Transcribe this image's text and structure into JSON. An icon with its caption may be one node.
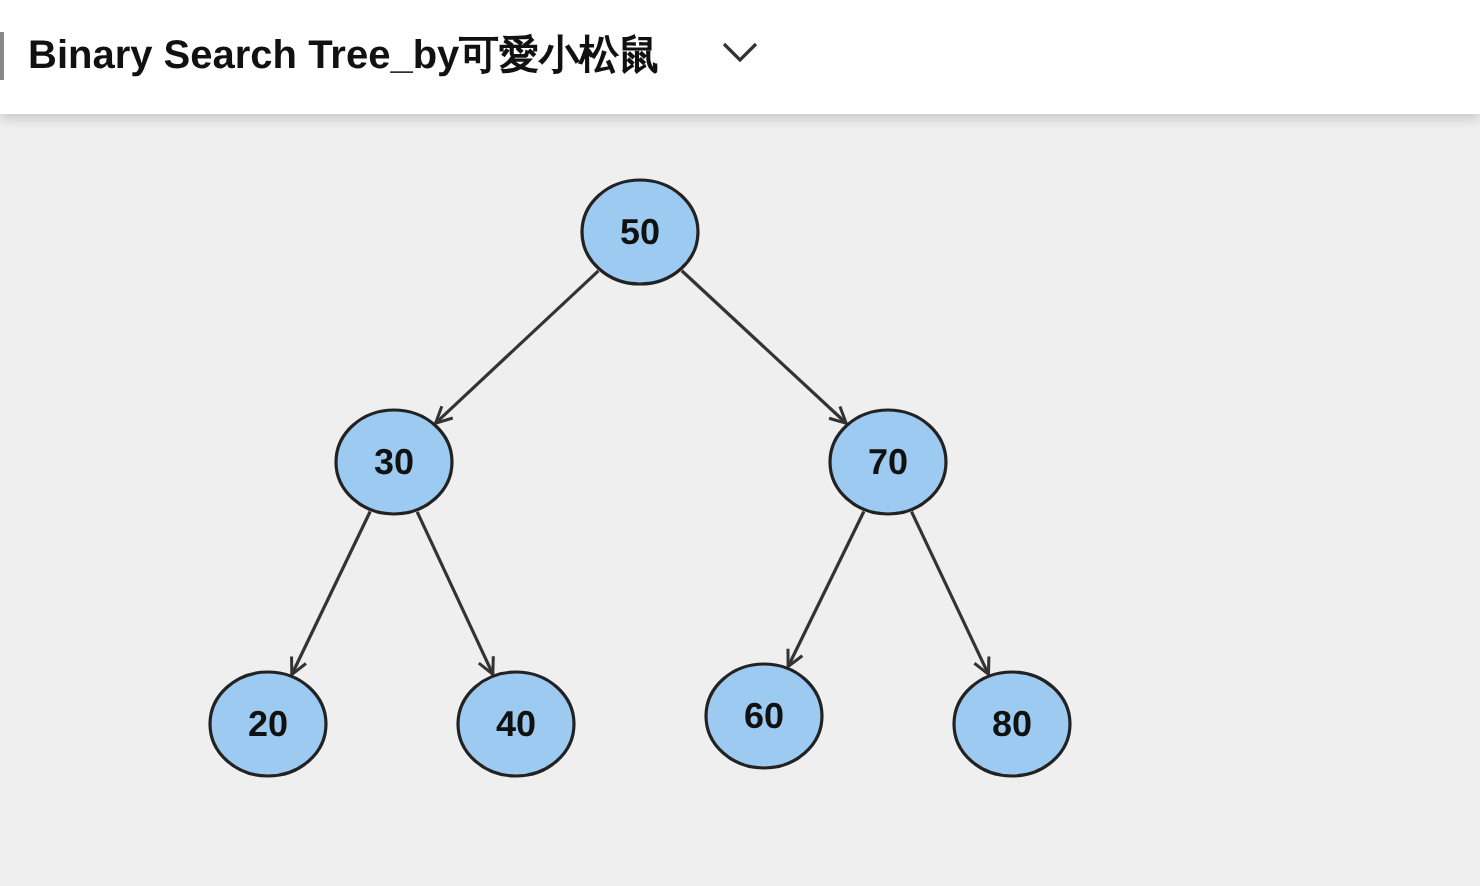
{
  "diagram": {
    "title": "Binary Search Tree_by可愛小松鼠",
    "nodes": [
      {
        "text": [
          "50"
        ]
      },
      {
        "text": [
          "30"
        ]
      },
      {
        "text": [
          "70"
        ]
      },
      {
        "text": [
          "20"
        ]
      },
      {
        "text": [
          "40"
        ]
      },
      {
        "text": [
          "60"
        ]
      },
      {
        "text": [
          "80"
        ]
      }
    ],
    "edges": [
      {
        "from": 0,
        "to": 1,
        "arrow": "to"
      },
      {
        "from": 0,
        "to": 2,
        "arrow": "to"
      },
      {
        "from": 1,
        "to": 3,
        "arrow": "to"
      },
      {
        "from": 1,
        "to": 4,
        "arrow": "to"
      },
      {
        "from": 2,
        "to": 5,
        "arrow": "to"
      },
      {
        "from": 2,
        "to": 6,
        "arrow": "to"
      }
    ]
  }
}
